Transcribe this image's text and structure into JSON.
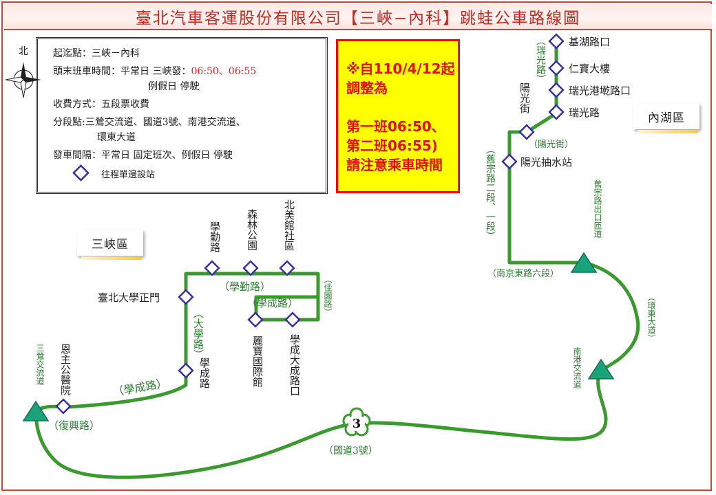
{
  "title": "臺北汽車客運股份有限公司【三峽−內科】跳蛙公車路線圖",
  "compass": {
    "north_label": "北",
    "icon": "compass-rose-icon"
  },
  "info": {
    "endpoints": "起迄點：三峽－內科",
    "first_last_prefix": "頭末班車時間：平常日  三峽發：",
    "first_last_times": "06:50、06:55",
    "holiday": "例假日  停駛",
    "fare": "收費方式：五段票收費",
    "fare_points_1": "分段點:三鶯交流道、國道3號、南港交流道、",
    "fare_points_2": "環東大道",
    "interval": "發車間隔：平常日  固定班次、例假日  停駛",
    "legend_label": "往程單邊設站"
  },
  "notice": {
    "line1": "※自110/4/12起",
    "line2": "調整為",
    "line3": "第一班06:50、",
    "line4": "第二班06:55)",
    "line5": "請注意乘車時間"
  },
  "districts": {
    "sanxia": "三峽區",
    "neihu": "內湖區"
  },
  "stops": {
    "jihu": "基湖路口",
    "renbao": "仁寶大樓",
    "ruiguang_gangdun": "瑞光港墘路口",
    "ruiguang": "瑞光路",
    "yangguang_street": "陽光街",
    "yangguang_pump": "陽光抽水站",
    "ntpu_gate": "臺北大學正門",
    "xueqin": "學勤路",
    "forest_park": "森林公園",
    "north_museum": "北美館社區",
    "xuecheng": "學成路",
    "libao": "麗寶國際館",
    "xuecheng_dacheng": "學成大成路口",
    "enzhu": "恩主公醫院"
  },
  "interchanges": {
    "sanying": "三鶯交流道",
    "nangang": "南港交流道",
    "jiuzong_exit": "舊宗路出口匝道"
  },
  "roads": {
    "ruiguang": "瑞光路",
    "yangguang_street": "陽光街",
    "jiuzong": "舊宗路二段、一段",
    "nanjing": "南京東路六段",
    "huandong": "環東大道",
    "xueqin": "學勤路",
    "xuecheng_inner": "學成路",
    "jiayuan": "佳園路",
    "daxue": "大學路",
    "xuecheng_outer": "學成路",
    "fuxing": "復興路",
    "freeway": "國道3號"
  },
  "freeway_shield": "3",
  "colors": {
    "route": "#3a9a2e",
    "stop_marker": "#3a2fa0",
    "interchange": "#1aa37a",
    "road_label": "#2e7d32",
    "title": "#c02a20",
    "notice_bg": "#ffff00",
    "notice_text": "#e01010"
  }
}
